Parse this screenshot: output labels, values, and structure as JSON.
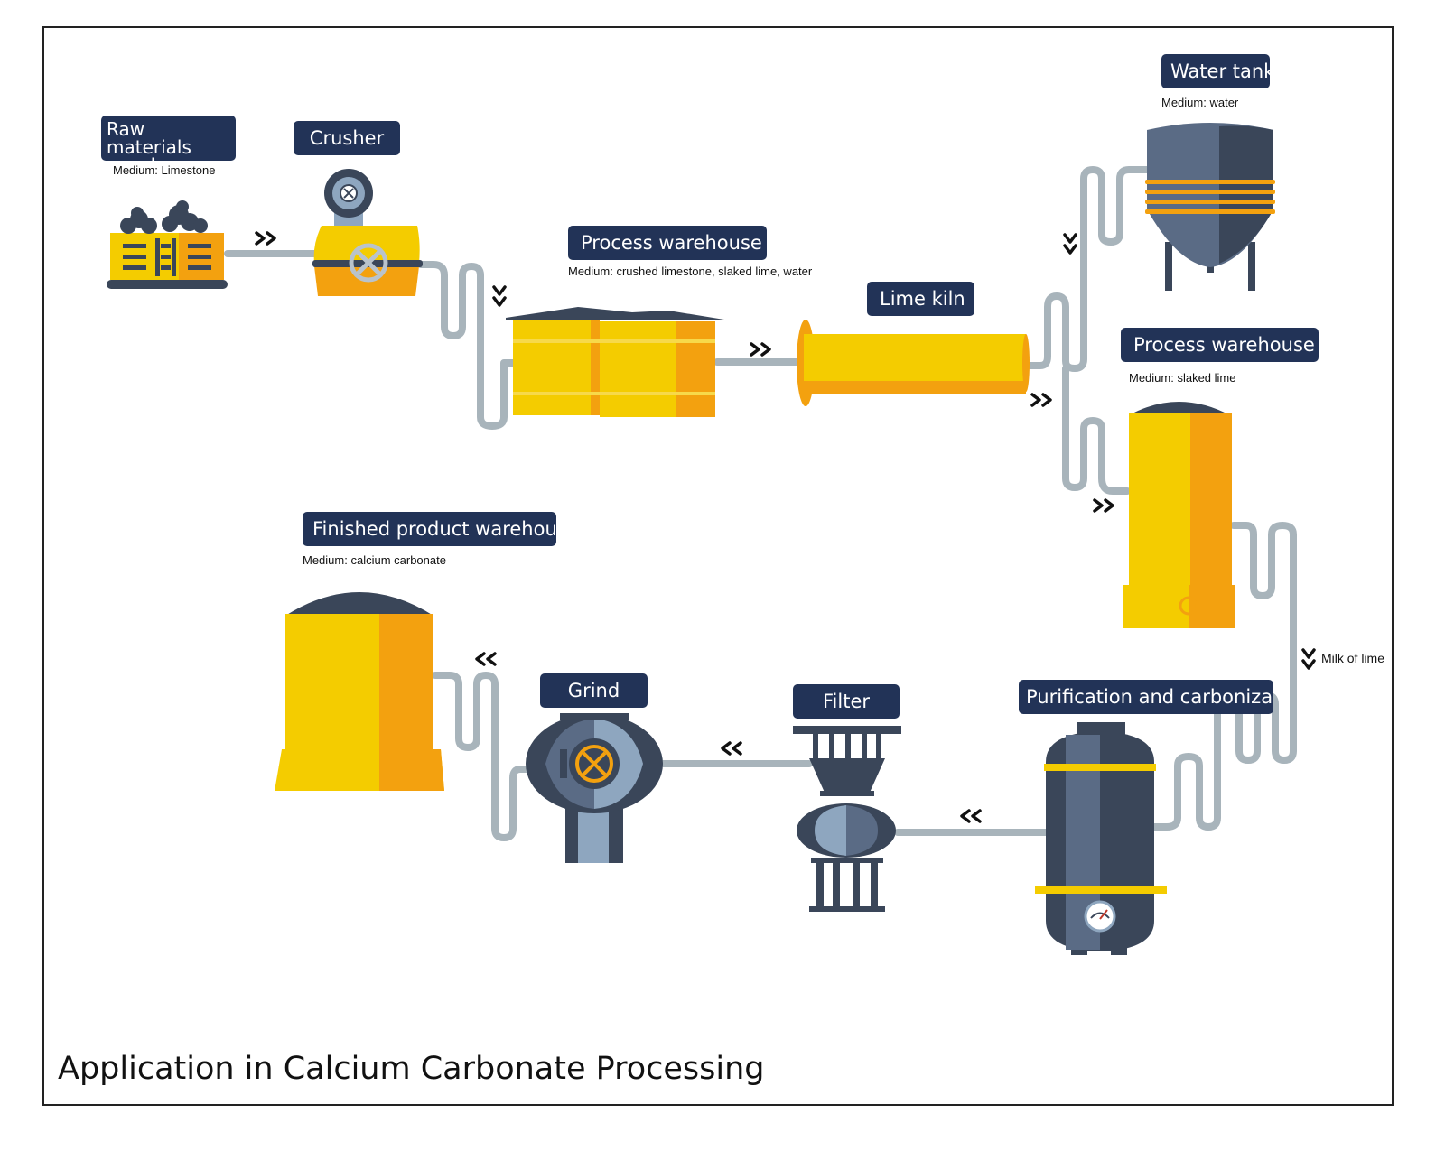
{
  "caption": "Application in Calcium Carbonate Processing",
  "colors": {
    "label_bg": "#223357",
    "yellow": "#f4cc00",
    "orange": "#f3a10f",
    "slate": "#5a6b85",
    "dark_slate": "#3a4659",
    "pipe": "#a8b4bb"
  },
  "stations": {
    "raw_materials": {
      "title": "Raw materials warehouse",
      "medium": "Medium: Limestone"
    },
    "crusher": {
      "title": "Crusher"
    },
    "process_warehouse_1": {
      "title": "Process warehouse",
      "medium": "Medium: crushed limestone, slaked lime, water"
    },
    "lime_kiln": {
      "title": "Lime kiln"
    },
    "water_tank": {
      "title": "Water tank",
      "medium": "Medium: water"
    },
    "process_warehouse_2": {
      "title": "Process warehouse",
      "medium": "Medium: slaked lime"
    },
    "purification": {
      "title": "Purification and carbonization"
    },
    "filter": {
      "title": "Filter"
    },
    "grind": {
      "title": "Grind"
    },
    "finished_product": {
      "title": "Finished product warehouse",
      "medium": "Medium: calcium carbonate"
    }
  },
  "flow_notes": {
    "milk_of_lime": "Milk of lime"
  }
}
